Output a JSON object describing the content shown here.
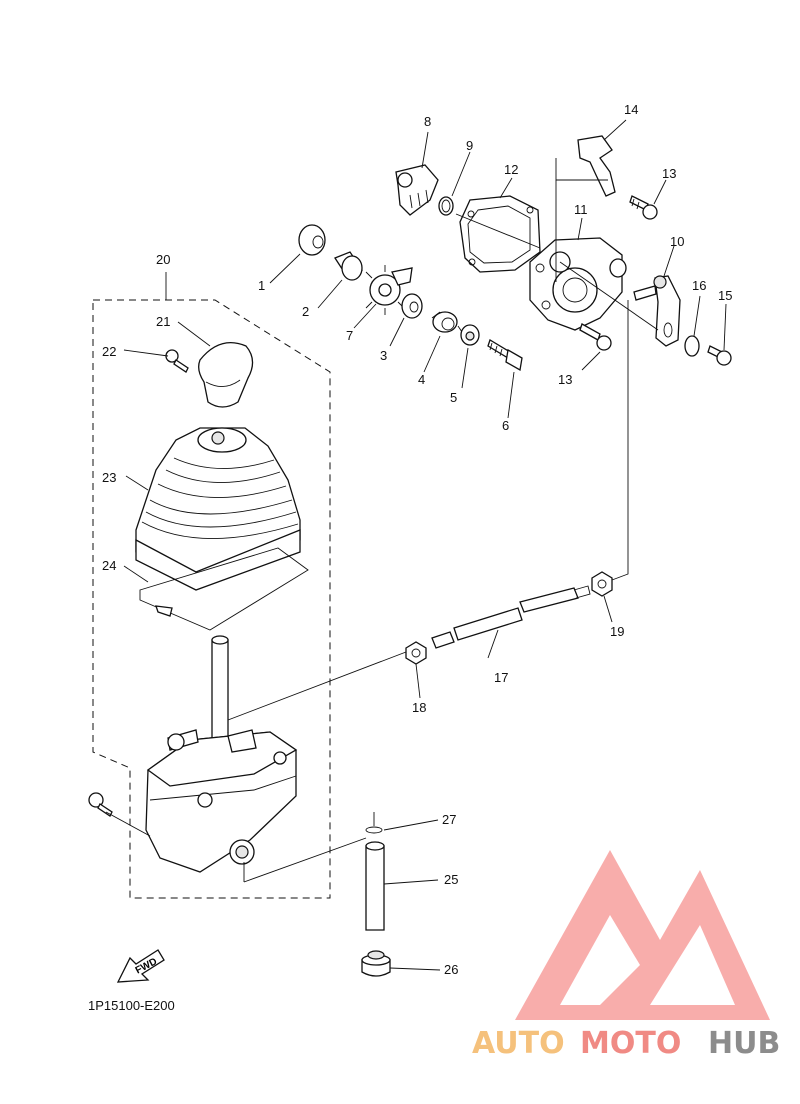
{
  "diagram": {
    "code": "1P15100-E200",
    "fwd_label": "FWD",
    "callouts": [
      {
        "id": "1",
        "label": "1"
      },
      {
        "id": "2",
        "label": "2"
      },
      {
        "id": "3",
        "label": "3"
      },
      {
        "id": "4",
        "label": "4"
      },
      {
        "id": "5",
        "label": "5"
      },
      {
        "id": "6",
        "label": "6"
      },
      {
        "id": "7",
        "label": "7"
      },
      {
        "id": "8",
        "label": "8"
      },
      {
        "id": "9",
        "label": "9"
      },
      {
        "id": "10",
        "label": "10"
      },
      {
        "id": "11",
        "label": "11"
      },
      {
        "id": "12",
        "label": "12"
      },
      {
        "id": "13a",
        "label": "13"
      },
      {
        "id": "13b",
        "label": "13"
      },
      {
        "id": "14",
        "label": "14"
      },
      {
        "id": "15",
        "label": "15"
      },
      {
        "id": "16",
        "label": "16"
      },
      {
        "id": "17",
        "label": "17"
      },
      {
        "id": "18",
        "label": "18"
      },
      {
        "id": "19",
        "label": "19"
      },
      {
        "id": "20",
        "label": "20"
      },
      {
        "id": "21",
        "label": "21"
      },
      {
        "id": "22",
        "label": "22"
      },
      {
        "id": "23",
        "label": "23"
      },
      {
        "id": "24",
        "label": "24"
      },
      {
        "id": "25",
        "label": "25"
      },
      {
        "id": "26",
        "label": "26"
      },
      {
        "id": "27",
        "label": "27"
      }
    ]
  },
  "watermark": {
    "part1": "AUTO",
    "part2": "MOTO",
    "part3": "HUB",
    "colors": {
      "auto": "#f5c17c",
      "moto": "#f08a84",
      "hub": "#8c8c8c",
      "logo": "#f47f7c"
    }
  }
}
